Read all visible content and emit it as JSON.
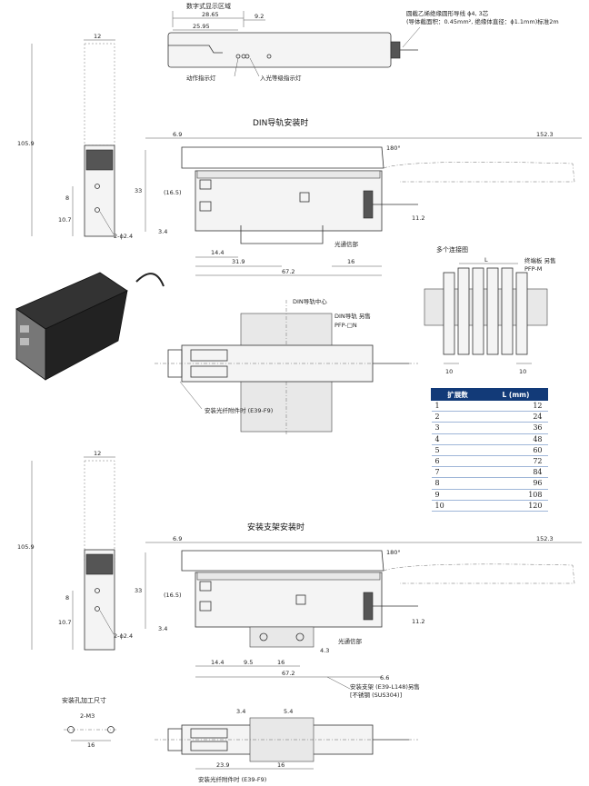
{
  "labels": {
    "digital_display": "数字式显示区域",
    "din_title": "DIN导轨安装时",
    "bracket_title": "安装支架安装时",
    "multi_title": "多个连接图",
    "end_plate": "终端板 另售",
    "end_plate_model": "PFP-M",
    "din_center": "DIN导轨中心",
    "din_rail_sold": "DIN导轨 另售",
    "din_rail_model": "PFP-□N",
    "fiber_attach_1": "安装光纤附件时 (E39-F9)",
    "fiber_attach_2": "安装光纤附件时 (E39-F9)",
    "hole_title": "安装孔加工尺寸",
    "light_receiver_1": "光通信部",
    "light_receiver_2": "光通信部",
    "action_indicator": "动作指示灯",
    "level_indicator": "入光等级指示灯",
    "cable_line1": "圆截乙烯绝缘圆形导线 ϕ4, 3芯",
    "cable_line2": "(导体截面积：0.45mm², 绝缘体直径：ϕ1.1mm)标准2m",
    "bracket_sold_1": "安装支架 (E39-L148)另售",
    "bracket_sold_2": "[不锈钢 (SUS304)]"
  },
  "dims": {
    "d12a": "12",
    "d12b": "12",
    "d105a": "105.9",
    "d105b": "105.9",
    "d8a": "8",
    "d8b": "8",
    "d107a": "10.7",
    "d107b": "10.7",
    "d24a": "2-ϕ2.4",
    "d24b": "2-ϕ2.4",
    "d2865": "28.65",
    "d2595": "25.95",
    "d92": "9.2",
    "d69a": "6.9",
    "d69b": "6.9",
    "d1523a": "152.3",
    "d1523b": "152.3",
    "d180a": "180°",
    "d180b": "180°",
    "d33a": "33",
    "d33b": "33",
    "d165a": "(16.5)",
    "d165b": "(16.5)",
    "d34a": "3.4",
    "d34b": "3.4",
    "d112a": "11.2",
    "d112b": "11.2",
    "d144a": "14.4",
    "d144b": "14.4",
    "d319": "31.9",
    "d672a": "67.2",
    "d672b": "67.2",
    "d16a": "16",
    "d16b": "16",
    "d16c": "16",
    "d16d": "16",
    "d95": "9.5",
    "d43": "4.3",
    "d66": "6.6",
    "d10a": "10",
    "d10b": "10",
    "dL": "L",
    "dM3": "2-M3",
    "d34c": "3.4",
    "d54": "5.4",
    "d239": "23.9"
  },
  "table": {
    "headers": [
      "扩展数",
      "L (mm)"
    ],
    "rows": [
      [
        "1",
        "12"
      ],
      [
        "2",
        "24"
      ],
      [
        "3",
        "36"
      ],
      [
        "4",
        "48"
      ],
      [
        "5",
        "60"
      ],
      [
        "6",
        "72"
      ],
      [
        "7",
        "84"
      ],
      [
        "8",
        "96"
      ],
      [
        "9",
        "108"
      ],
      [
        "10",
        "120"
      ]
    ]
  },
  "colors": {
    "table_header": "#123a78",
    "table_rule": "#9fb6d8",
    "line": "#333333"
  }
}
